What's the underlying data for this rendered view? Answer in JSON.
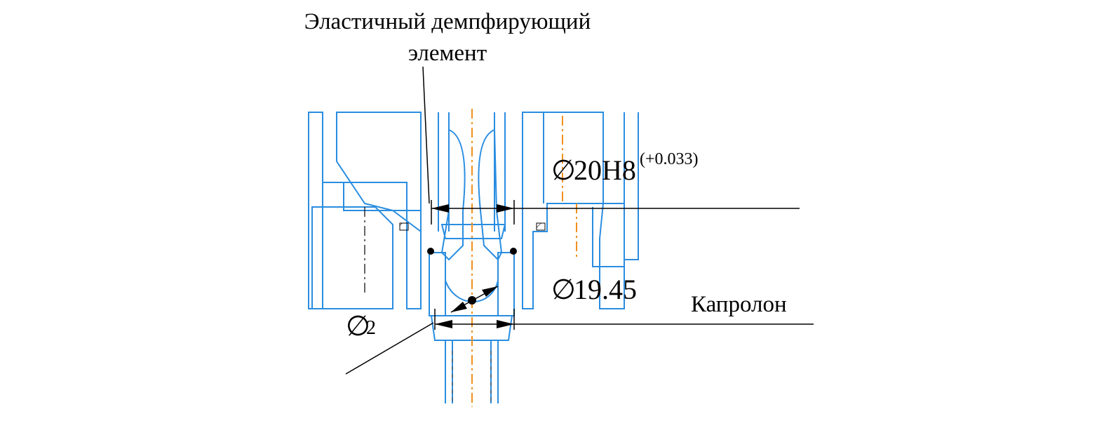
{
  "labels": {
    "elastic_element": [
      "Эластичный демпфирующий",
      "элемент"
    ],
    "dia_20": "20H8",
    "dia_20_tolerance": "(+0.033)",
    "dia_1945": "19.45",
    "dia_2": "2",
    "material": "Капролон"
  },
  "symbols": {
    "diameter": "∅"
  },
  "colors": {
    "outline": "#2a8de0",
    "centerline": "#f0901e",
    "annotation": "#000000",
    "background": "#ffffff"
  }
}
